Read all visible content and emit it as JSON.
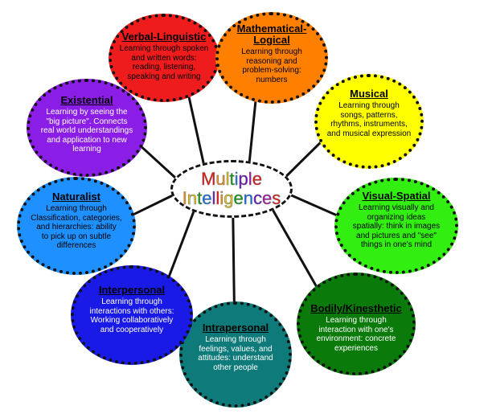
{
  "center": {
    "line1": "Multiple",
    "line2": "Intelligences",
    "letter_colors": [
      "#ff0000",
      "#ff8c00",
      "#e6c800",
      "#00a000",
      "#0070ff",
      "#6a00c8",
      "#b000b0",
      "#ff0000",
      "#ff8c00",
      "#e6c800",
      "#00a000",
      "#0070ff",
      "#6a00c8"
    ]
  },
  "nodes": [
    {
      "key": "verbal",
      "title": "Verbal-Linguistic",
      "desc": "Learning through spoken\nand written words:\nreading, listening,\nspeaking and writing",
      "color": "#ee1c1c"
    },
    {
      "key": "math",
      "title": "Mathematical-\nLogical",
      "desc": "Learning through\nreasoning and\nproblem-solving:\nnumbers",
      "color": "#ff7f00"
    },
    {
      "key": "musical",
      "title": "Musical",
      "desc": "Learning through\nsongs, patterns,\nrhythms, instruments,\nand musical expression",
      "color": "#ffff00"
    },
    {
      "key": "visual",
      "title": "Visual-Spatial",
      "desc": "Learning visually and\norganizing ideas\nspatially: think in images\nand pictures and \"see\"\nthings in one's mind",
      "color": "#33ee11"
    },
    {
      "key": "bodily",
      "title": "Bodily/Kinesthetic",
      "desc": "Learning through\ninteraction with one's\nenvironment: concrete\nexperiences",
      "color": "#0a7a0a"
    },
    {
      "key": "intra",
      "title": "Intrapersonal",
      "desc": "Learning through\nfeelings, values, and\nattitudes:  understand\nother people",
      "color": "#0f7a7a"
    },
    {
      "key": "inter",
      "title": "Interpersonal",
      "desc": "Learning through\ninteractions with others:\nWorking collaboratively\nand cooperatively",
      "color": "#1a1ae6"
    },
    {
      "key": "naturalist",
      "title": "Naturalist",
      "desc": "Learning through\nClassification, categories,\nand hierarchies:  ability\nto pick up on subtle\ndifferences",
      "color": "#1e90ff"
    },
    {
      "key": "existential",
      "title": "Existential",
      "desc": "Learning by seeing the\n\"big picture\".   Connects\nreal world understandings\nand application to new\nlearning",
      "color": "#8a1ee6"
    }
  ]
}
